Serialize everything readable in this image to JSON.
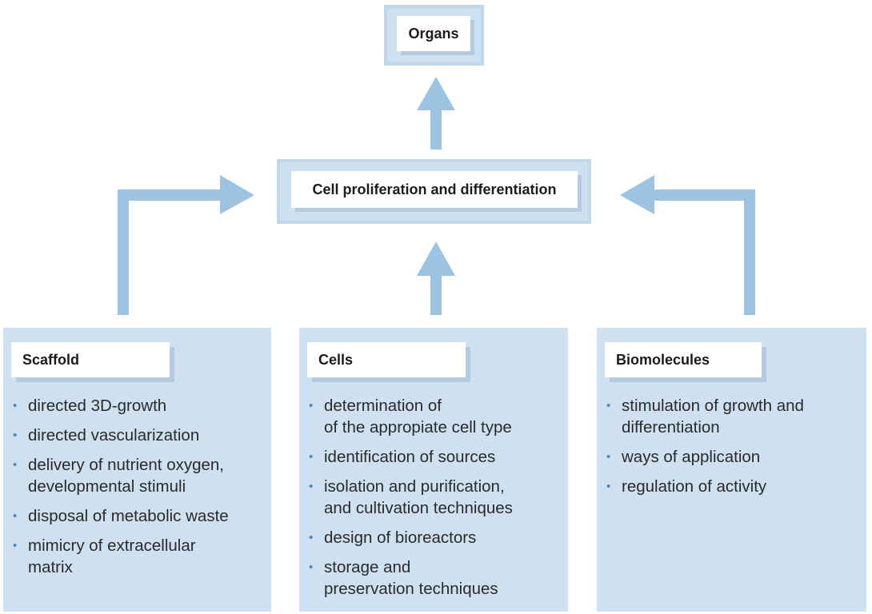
{
  "top": {
    "label": "Organs"
  },
  "middle": {
    "label": "Cell proliferation and differentiation"
  },
  "panels": [
    {
      "title": "Scaffold",
      "items": [
        "directed 3D-growth",
        "directed vascularization",
        "delivery of nutrient oxygen,\ndevelopmental stimuli",
        "disposal of metabolic waste",
        "mimicry of extracellular\nmatrix"
      ]
    },
    {
      "title": "Cells",
      "items": [
        "determination of\nof the appropiate cell type",
        "identification of sources",
        "isolation and purification,\nand cultivation techniques",
        "design of bioreactors",
        "storage and\npreservation techniques"
      ]
    },
    {
      "title": "Biomolecules",
      "items": [
        "stimulation of growth and\ndifferentiation",
        "ways of application",
        "regulation of activity"
      ]
    }
  ],
  "colors": {
    "arrow": "#9dc3e3",
    "panel": "#cfe1f0",
    "box_border": "#c1d7ea",
    "shadow": "#b3cbe0",
    "bullet": "#4f86bd"
  }
}
